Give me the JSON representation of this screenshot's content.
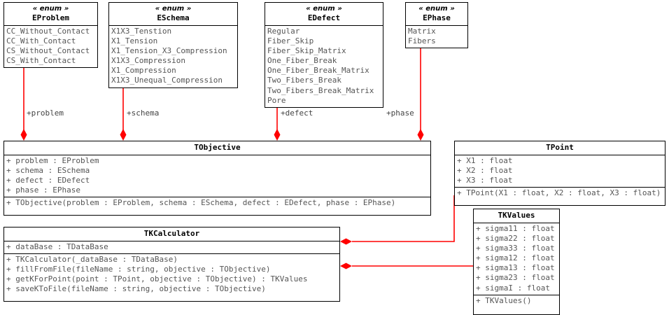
{
  "diagram": {
    "type": "uml-class-diagram",
    "accent_color": "#ff0000",
    "line_color": "#000000",
    "text_color": "#555555",
    "background": "#ffffff"
  },
  "classes": {
    "eproblem": {
      "stereotype": "« enum »",
      "name": "EProblem",
      "members": [
        "CC_Without_Contact",
        "CC_With_Contact",
        "CS_Without_Contact",
        "CS_With_Contact"
      ]
    },
    "eschema": {
      "stereotype": "« enum »",
      "name": "ESchema",
      "members": [
        "X1X3_Tenstion",
        "X1_Tension",
        "X1_Tension_X3_Compression",
        "X1X3_Compression",
        "X1_Compression",
        "X1X3_Unequal_Compression"
      ]
    },
    "edefect": {
      "stereotype": "« enum »",
      "name": "EDefect",
      "members": [
        "Regular",
        "Fiber_Skip",
        "Fiber_Skip_Matrix",
        "One_Fiber_Break",
        "One_Fiber_Break_Matrix",
        "Two_Fibers_Break",
        "Two_Fibers_Break_Matrix",
        "Pore"
      ]
    },
    "ephase": {
      "stereotype": "« enum »",
      "name": "EPhase",
      "members": [
        "Matrix",
        "Fibers"
      ]
    },
    "tobjective": {
      "name": "TObjective",
      "attributes": [
        "+ problem : EProblem",
        "+ schema : ESchema",
        "+ defect : EDefect",
        "+ phase : EPhase"
      ],
      "operations": [
        "+ TObjective(problem : EProblem, schema : ESchema, defect : EDefect, phase : EPhase)"
      ]
    },
    "tpoint": {
      "name": "TPoint",
      "attributes": [
        "+ X1 : float",
        "+ X2 : float",
        "+ X3 : float"
      ],
      "operations": [
        "+ TPoint(X1 : float, X2 : float, X3 : float)"
      ]
    },
    "tkcalculator": {
      "name": "TKCalculator",
      "attributes": [
        "+ dataBase : TDataBase"
      ],
      "operations": [
        "+ TKCalculator(_dataBase : TDataBase)",
        "+ fillFromFile(fileName : string, objective : TObjective)",
        "+ getKForPoint(point : TPoint, objective : TObjective) : TKValues",
        "+ saveKToFile(fileName : string, objective : TObjective)"
      ]
    },
    "tkvalues": {
      "name": "TKValues",
      "attributes": [
        "+ sigma11 : float",
        "+ sigma22 : float",
        "+ sigma33 : float",
        "+ sigma12 : float",
        "+ sigma13 : float",
        "+ sigma23 : float",
        "+ sigmaI : float"
      ],
      "operations": [
        "+ TKValues()"
      ]
    }
  },
  "edges": {
    "problem": {
      "label": "+problem",
      "from": "EProblem",
      "to": "TObjective"
    },
    "schema": {
      "label": "+schema",
      "from": "ESchema",
      "to": "TObjective"
    },
    "defect": {
      "label": "+defect",
      "from": "EDefect",
      "to": "TObjective"
    },
    "phase": {
      "label": "+phase",
      "from": "EPhase",
      "to": "TObjective"
    },
    "point": {
      "label": "",
      "from": "TPoint",
      "to": "TKCalculator"
    },
    "kvalues": {
      "label": "",
      "from": "TKValues",
      "to": "TKCalculator"
    }
  }
}
